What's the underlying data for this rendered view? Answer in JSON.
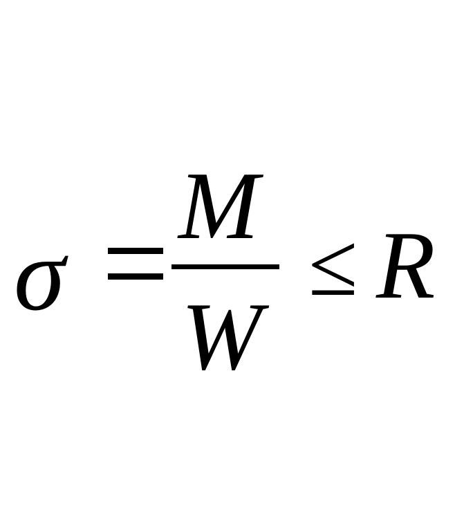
{
  "formula": {
    "lhs_symbol": "σ",
    "numerator": "M",
    "denominator": "W",
    "relation": "≤",
    "rhs_symbol": "R"
  }
}
